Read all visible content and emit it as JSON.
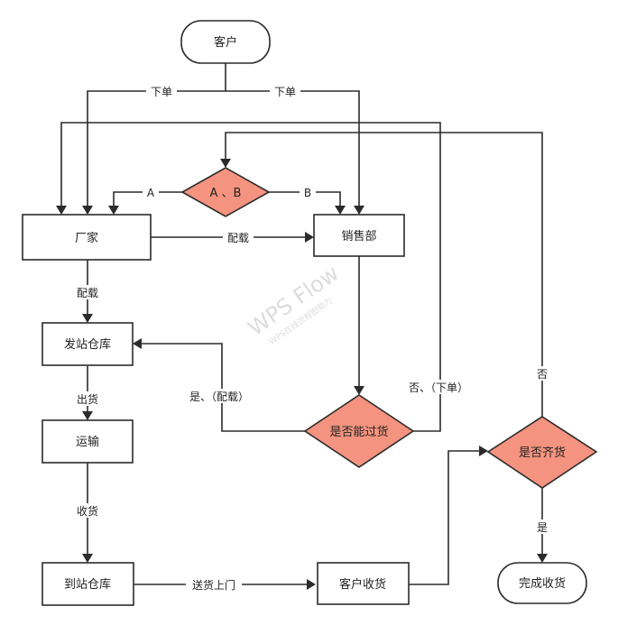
{
  "nodes": {
    "customer": "客户",
    "factory": "厂家",
    "sales": "销售部",
    "decision_ab": "A  、B",
    "origin_warehouse": "发站仓库",
    "transport": "运输",
    "dest_warehouse": "到站仓库",
    "customer_receive": "客户收货",
    "pass_goods": "是否能过货",
    "goods_complete": "是否齐货",
    "finish": "完成收货"
  },
  "edges": {
    "order_left": "下单",
    "order_right": "下单",
    "a": "A",
    "b": "B",
    "load_to_sales": "配载",
    "load_down": "配载",
    "ship_out": "出货",
    "receive": "收货",
    "deliver": "送货上门",
    "pass_yes": "是、（配载）",
    "pass_no": "否、（下单）",
    "complete_no": "否",
    "complete_yes": "是"
  },
  "watermark": {
    "main": "WPS Flow",
    "sub": "WPS在线流程图助力"
  },
  "colors": {
    "decision_fill": "#f4937f",
    "stroke": "#2b2b2b"
  }
}
